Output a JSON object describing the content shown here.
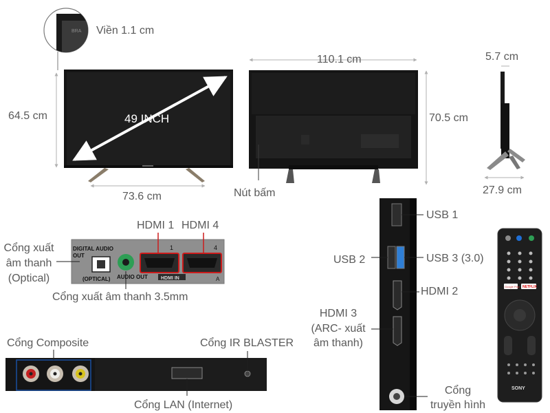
{
  "labels": {
    "bezel": "Viền 1.1 cm",
    "screen_size": "49 INCH",
    "height_front": "64.5 cm",
    "stand_width": "73.6 cm",
    "width_back": "110.1 cm",
    "height_back": "70.5 cm",
    "button": "Nút bấm",
    "depth_top": "5.7 cm",
    "depth_stand": "27.9 cm",
    "hdmi1": "HDMI 1",
    "hdmi4": "HDMI 4",
    "optical_l1": "Cổng xuất",
    "optical_l2": "âm thanh",
    "optical_l3": "(Optical)",
    "audio35": "Cổng xuất âm thanh 3.5mm",
    "usb1": "USB 1",
    "usb2": "USB 2",
    "usb3": "USB 3 (3.0)",
    "hdmi2": "HDMI 2",
    "hdmi3_l1": "HDMI 3",
    "hdmi3_l2": "(ARC- xuất",
    "hdmi3_l3": "âm thanh)",
    "composite": "Cổng Composite",
    "ir_blaster": "Cổng IR BLASTER",
    "lan": "Cổng LAN (Internet)",
    "tv_port_l1": "Cổng",
    "tv_port_l2": "truyền hình"
  },
  "panel_text": {
    "digital_audio": "DIGITAL AUDIO",
    "out": "OUT",
    "optical": "(OPTICAL)",
    "audio_out": "AUDIO OUT",
    "hdmi_in": "HDMI IN",
    "port1": "1",
    "port4": "4",
    "a": "A",
    "bezel_brand": "BRA"
  },
  "remote_text": {
    "brand": "SONY",
    "google_play": "Google Play",
    "netflix": "NETFLIX"
  },
  "colors": {
    "accent": "#1a4fa0",
    "line": "#1f1f1f",
    "dim": "#b0b0b0",
    "tv": "#161616",
    "hdmi": "#cc1b1b",
    "audio_green": "#2e9e55",
    "usb3_blue": "#2f7fd6"
  }
}
